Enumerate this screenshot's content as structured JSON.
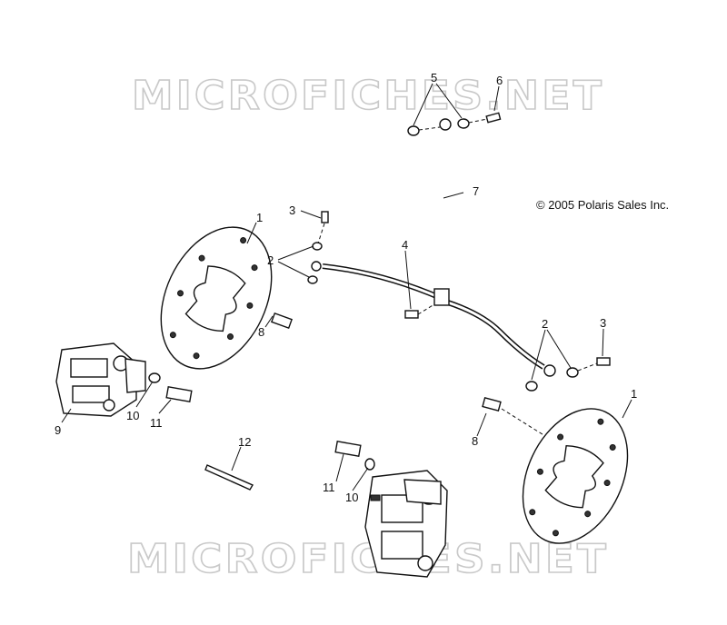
{
  "watermarks": [
    "MICROFICHES.NET",
    "MICROFICHES.NET"
  ],
  "copyright": "© 2005 Polaris Sales Inc.",
  "callouts": [
    {
      "id": "c5",
      "label": "5"
    },
    {
      "id": "c6",
      "label": "6"
    },
    {
      "id": "c7",
      "label": "7"
    },
    {
      "id": "c3a",
      "label": "3"
    },
    {
      "id": "c1a",
      "label": "1"
    },
    {
      "id": "c2a",
      "label": "2"
    },
    {
      "id": "c4",
      "label": "4"
    },
    {
      "id": "c8a",
      "label": "8"
    },
    {
      "id": "c2b",
      "label": "2"
    },
    {
      "id": "c3b",
      "label": "3"
    },
    {
      "id": "c1b",
      "label": "1"
    },
    {
      "id": "c9",
      "label": "9"
    },
    {
      "id": "c10a",
      "label": "10"
    },
    {
      "id": "c11a",
      "label": "11"
    },
    {
      "id": "c12",
      "label": "12"
    },
    {
      "id": "c8b",
      "label": "8"
    },
    {
      "id": "c11b",
      "label": "11"
    },
    {
      "id": "c10b",
      "label": "10"
    }
  ]
}
